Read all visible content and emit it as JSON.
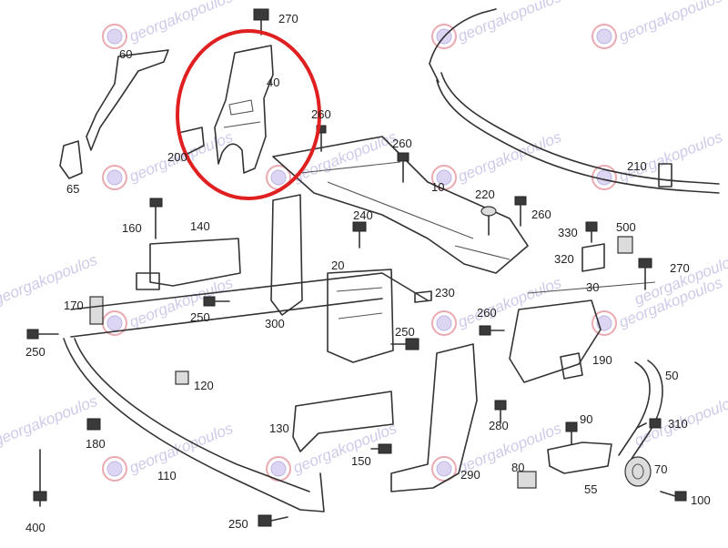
{
  "watermark": {
    "text": "georgakopoulos",
    "logo_icon": "georgakopoulos-logo-icon"
  },
  "highlight": {
    "target_label": "40",
    "color": "#e02020",
    "shape": "ellipse"
  },
  "callouts": [
    {
      "id": "c270a",
      "text": "270"
    },
    {
      "id": "c60",
      "text": "60"
    },
    {
      "id": "c40",
      "text": "40"
    },
    {
      "id": "c260a",
      "text": "260"
    },
    {
      "id": "c200",
      "text": "200"
    },
    {
      "id": "c65",
      "text": "65"
    },
    {
      "id": "c260b",
      "text": "260"
    },
    {
      "id": "c10",
      "text": "10"
    },
    {
      "id": "c210",
      "text": "210"
    },
    {
      "id": "c220",
      "text": "220"
    },
    {
      "id": "c260c",
      "text": "260"
    },
    {
      "id": "c160",
      "text": "160"
    },
    {
      "id": "c140",
      "text": "140"
    },
    {
      "id": "c240",
      "text": "240"
    },
    {
      "id": "c330",
      "text": "330"
    },
    {
      "id": "c500",
      "text": "500"
    },
    {
      "id": "c320",
      "text": "320"
    },
    {
      "id": "c270b",
      "text": "270"
    },
    {
      "id": "c20",
      "text": "20"
    },
    {
      "id": "c230",
      "text": "230"
    },
    {
      "id": "c30",
      "text": "30"
    },
    {
      "id": "c170",
      "text": "170"
    },
    {
      "id": "c250a",
      "text": "250"
    },
    {
      "id": "c300",
      "text": "300"
    },
    {
      "id": "c260d",
      "text": "260"
    },
    {
      "id": "c250b",
      "text": "250"
    },
    {
      "id": "c250c",
      "text": "250"
    },
    {
      "id": "c120",
      "text": "120"
    },
    {
      "id": "c190",
      "text": "190"
    },
    {
      "id": "c50",
      "text": "50"
    },
    {
      "id": "c90",
      "text": "90"
    },
    {
      "id": "c310",
      "text": "310"
    },
    {
      "id": "c130",
      "text": "130"
    },
    {
      "id": "c280",
      "text": "280"
    },
    {
      "id": "c180",
      "text": "180"
    },
    {
      "id": "c150",
      "text": "150"
    },
    {
      "id": "c80",
      "text": "80"
    },
    {
      "id": "c70",
      "text": "70"
    },
    {
      "id": "c290",
      "text": "290"
    },
    {
      "id": "c55",
      "text": "55"
    },
    {
      "id": "c100",
      "text": "100"
    },
    {
      "id": "c110",
      "text": "110"
    },
    {
      "id": "c400",
      "text": "400"
    },
    {
      "id": "c250d",
      "text": "250"
    }
  ]
}
